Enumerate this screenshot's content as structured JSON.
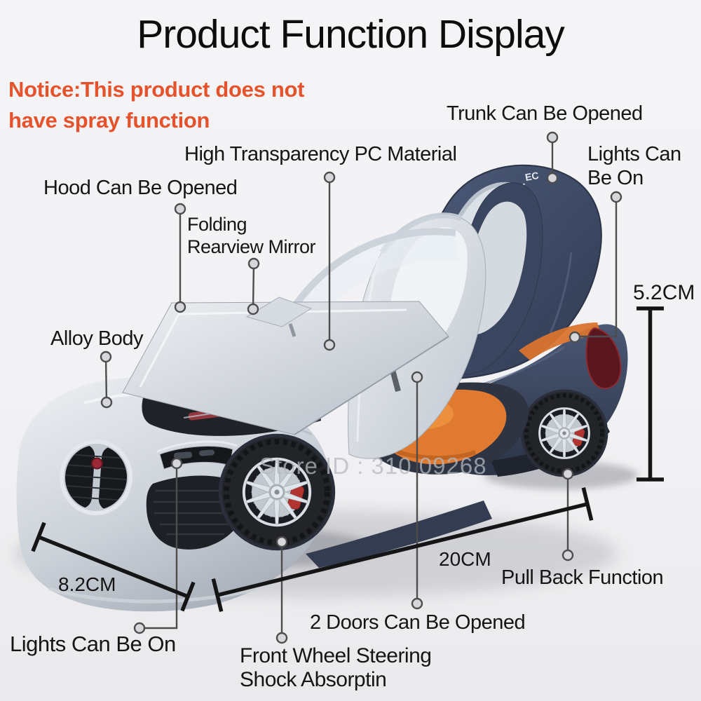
{
  "page": {
    "title": "Product Function Display",
    "notice": "Notice:This product does not\nhave spray function",
    "watermark": "Store ID : 310 09268"
  },
  "callouts": {
    "trunk": "Trunk Can Be Opened",
    "high_transparency": "High Transparency PC Material",
    "lights_top_right": "Lights Can\nBe On",
    "hood": "Hood Can Be Opened",
    "folding_mirror": "Folding\nRearview Mirror",
    "alloy_body": "Alloy Body",
    "pull_back": "Pull Back Function",
    "two_doors": "2 Doors Can Be Opened",
    "lights_bottom_left": "Lights Can Be On",
    "front_wheel": "Front Wheel Steering\nShock Absorptin"
  },
  "dimensions": {
    "height": "5.2CM",
    "front_width": "8.2CM",
    "length": "20CM"
  },
  "car": {
    "badge": "EC",
    "colors": {
      "body_silver": "#d4d9df",
      "body_navy": "#3e4a63",
      "interior_orange": "#e07a30",
      "brake_caliper_red": "#b23430",
      "tail_light_red": "#6b1f26"
    }
  },
  "style": {
    "notice_color": "#e5532d",
    "text_color": "#151515",
    "callout_line_color": "#4d4d4d",
    "dimension_line_color": "#151515",
    "background": "#f3f3f5"
  }
}
